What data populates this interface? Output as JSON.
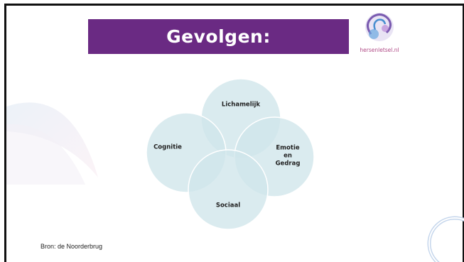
{
  "slide": {
    "title": "Gevolgen:",
    "logo_caption": "hersenletsel.nl",
    "source_note": "Bron: de Noorderbrug"
  },
  "diagram": {
    "nodes": [
      {
        "id": "lichamelijk",
        "label": "Lichamelijk"
      },
      {
        "id": "emotie",
        "label": "Emotie\nen\nGedrag"
      },
      {
        "id": "sociaal",
        "label": "Sociaal"
      },
      {
        "id": "cognitie",
        "label": "Cognitie"
      }
    ]
  },
  "colors": {
    "title_bar": "#6a2a83",
    "circle_fill": "#cfe6ea",
    "circle_stroke": "#ffffff",
    "logo_caption": "#b04a86",
    "ring": "#c5d6ec"
  }
}
